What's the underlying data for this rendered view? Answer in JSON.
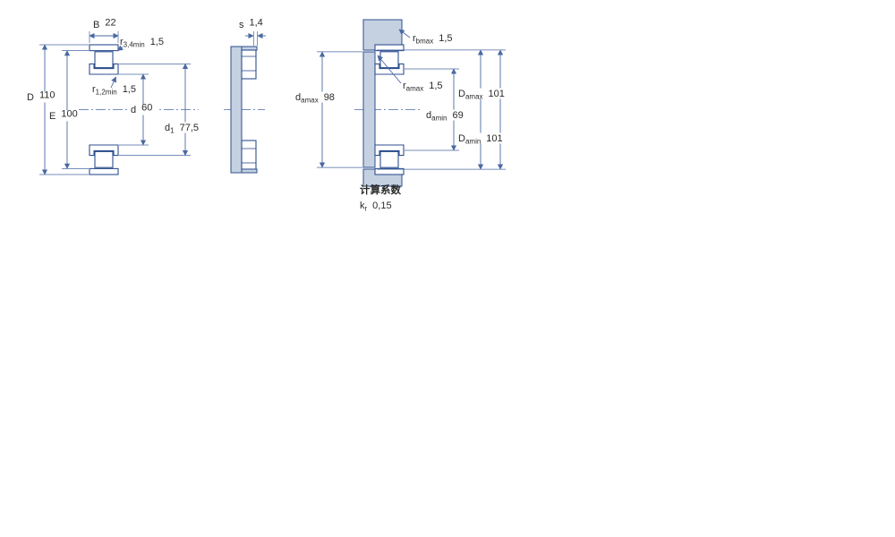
{
  "drawing": {
    "colors": {
      "outline_blue": "#2f4f8f",
      "dimension_blue": "#4a69a2",
      "metal_fill": "#c5d1e0",
      "text": "#2a2a2a",
      "background": "#ffffff"
    },
    "views": {
      "left": {
        "dims": {
          "B": {
            "sym": "B",
            "sub": "",
            "value": "22"
          },
          "r34": {
            "sym": "r",
            "sub": "3,4min",
            "value": "1,5"
          },
          "D": {
            "sym": "D",
            "sub": "",
            "value": "110"
          },
          "E": {
            "sym": "E",
            "sub": "",
            "value": "100"
          },
          "r12": {
            "sym": "r",
            "sub": "1,2min",
            "value": "1,5"
          },
          "d": {
            "sym": "d",
            "sub": "",
            "value": "60"
          },
          "d1": {
            "sym": "d",
            "sub": "1",
            "value": "77,5"
          }
        }
      },
      "middle": {
        "dims": {
          "s": {
            "sym": "s",
            "sub": "",
            "value": "1,4"
          }
        }
      },
      "right": {
        "dims": {
          "rb": {
            "sym": "r",
            "sub": "bmax",
            "value": "1,5"
          },
          "damax": {
            "sym": "d",
            "sub": "amax",
            "value": "98"
          },
          "ra": {
            "sym": "r",
            "sub": "amax",
            "value": "1,5"
          },
          "Damax": {
            "sym": "D",
            "sub": "amax",
            "value": "101"
          },
          "damin": {
            "sym": "d",
            "sub": "amin",
            "value": "69"
          },
          "Damin": {
            "sym": "D",
            "sub": "amin",
            "value": "101"
          }
        }
      }
    },
    "footer": {
      "heading": "计算系数",
      "kr": {
        "sym": "k",
        "sub": "r",
        "value": "0,15"
      }
    }
  }
}
